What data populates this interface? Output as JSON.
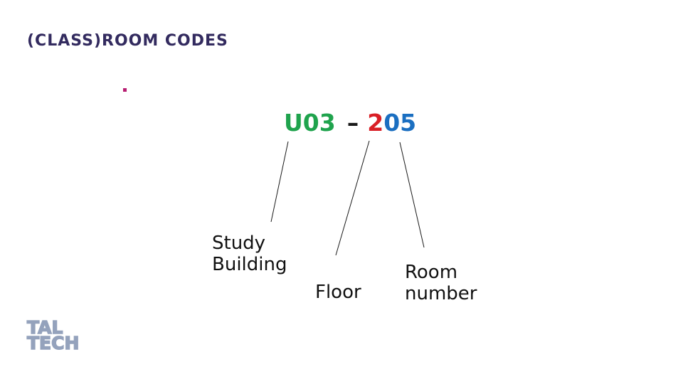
{
  "slide": {
    "title": "(CLASS)ROOM CODES",
    "code": {
      "building": "U03",
      "separator": "–",
      "floor": "2",
      "room": "05"
    },
    "labels": {
      "building_line1": "Study",
      "building_line2": "Building",
      "floor": "Floor",
      "room_line1": "Room",
      "room_line2": "number"
    },
    "logo": {
      "line1": "TAL",
      "line2": "TECH"
    }
  },
  "colors": {
    "background": "#FFFFFF",
    "title": "#332B5F",
    "building": "#1FA34D",
    "separator": "#1A1A1A",
    "floor": "#D91F26",
    "room": "#1B6FC1",
    "bullet": "#B71D71",
    "logo": "#94A2BC",
    "line": "#1A1A1A",
    "text": "#111111"
  }
}
